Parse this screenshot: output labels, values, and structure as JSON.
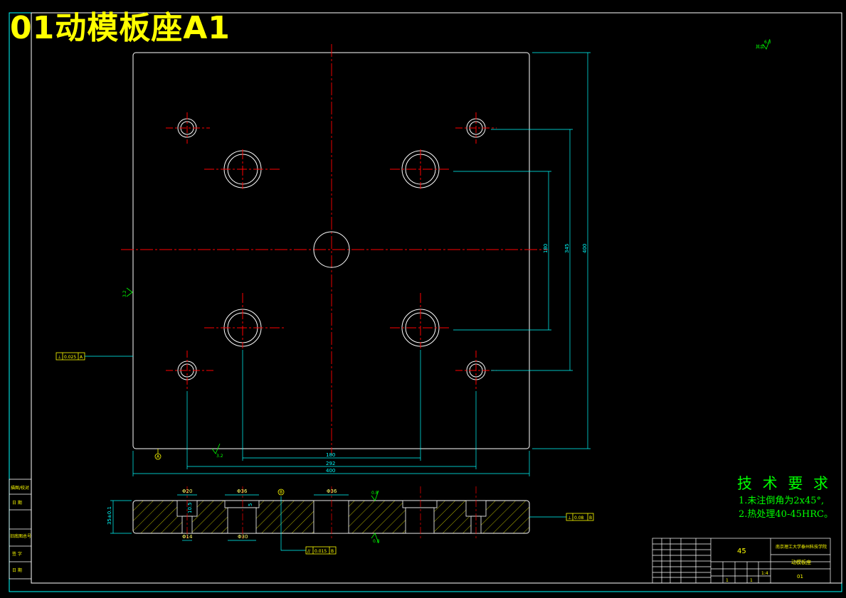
{
  "title": "01动模板座A1",
  "technical_requirements": {
    "heading": "技 术 要 求",
    "items": [
      "1.未注倒角为2x45°,",
      "2.热处理40-45HRC。"
    ]
  },
  "plan_view": {
    "dim_bottom": [
      "180",
      "292",
      "400"
    ],
    "dim_right": [
      "180",
      "345",
      "400"
    ],
    "datum_label": "A",
    "roughness_bottom": "3.2",
    "roughness_left": "3.2",
    "tolerance_left": {
      "symbol": "⊥",
      "value": "0.025",
      "datum": "A"
    }
  },
  "section_view": {
    "labels": [
      "Φ20",
      "Φ36",
      "Φ36",
      "Φ14",
      "Φ30"
    ],
    "thickness_label": "35±0.1",
    "small_dims": [
      "10.5",
      "5"
    ],
    "roughness": [
      "0.8",
      "0.8"
    ],
    "datum_label": "B",
    "tolerance_right": {
      "symbol": "⊥",
      "value": "0.08",
      "datum": "B"
    },
    "tolerance_bottom": {
      "symbol": "//",
      "value": "0.015",
      "datum": "B"
    }
  },
  "roughness_corner": {
    "value": "6.3",
    "note": "其余"
  },
  "side_stamp": [
    "描图/校对",
    "日 期",
    "旧底图总号",
    "签 字",
    "日 期"
  ],
  "title_block": {
    "material": "45",
    "school": "南京理工大学泰州科技学院",
    "part_name": "动模板座",
    "drawing_no": "01",
    "scale": "1:4",
    "sheet_count": "1",
    "sheet_no": "1"
  },
  "colors": {
    "background": "#000000",
    "outline": "#ffffff",
    "center_line": "#ff0000",
    "dimension": "#00ffff",
    "text": "#ffff00",
    "annotation": "#00ff00"
  }
}
